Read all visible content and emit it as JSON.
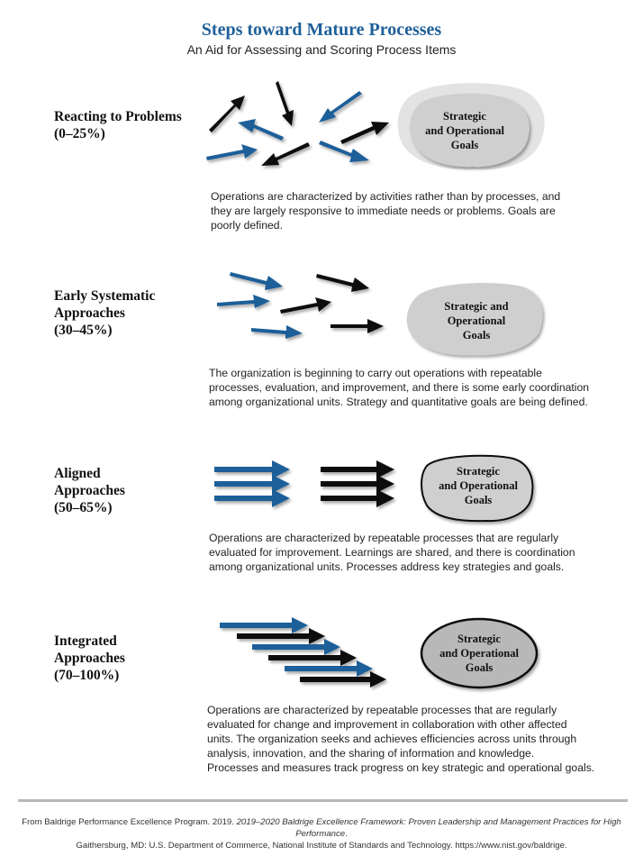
{
  "title": "Steps toward Mature Processes",
  "subtitle": "An Aid for Assessing and Scoring Process Items",
  "colors": {
    "blue_arrow": "#1f5f99",
    "black_arrow": "#111111",
    "title": "#1f5f99"
  },
  "stages": [
    {
      "label_lines": [
        "Reacting to Problems",
        "(0–25%)"
      ],
      "goal_lines": [
        "Strategic",
        "and Operational",
        "Goals"
      ],
      "description": [
        "Operations are characterized by activities rather than by processes, and",
        "they are largely responsive to immediate needs or problems. Goals are",
        "poorly defined."
      ]
    },
    {
      "label_lines": [
        "Early Systematic",
        "Approaches",
        "(30–45%)"
      ],
      "goal_lines": [
        "Strategic and",
        "Operational",
        "Goals"
      ],
      "description": [
        "The organization is beginning to carry out operations with repeatable",
        "processes, evaluation, and improvement, and there is some early coordination",
        "among organizational units. Strategy and quantitative goals are being defined."
      ]
    },
    {
      "label_lines": [
        "Aligned",
        "Approaches",
        "(50–65%)"
      ],
      "goal_lines": [
        "Strategic",
        "and Operational",
        "Goals"
      ],
      "description": [
        "Operations are characterized by repeatable processes that are regularly",
        "evaluated for improvement. Learnings are shared, and there is coordination",
        "among organizational units. Processes address key strategies and goals."
      ]
    },
    {
      "label_lines": [
        "Integrated",
        "Approaches",
        "(70–100%)"
      ],
      "goal_lines": [
        "Strategic",
        "and Operational",
        "Goals"
      ],
      "description": [
        "Operations are characterized by repeatable processes that are regularly",
        "evaluated for change and improvement in collaboration with other affected",
        "units. The organization seeks and achieves efficiencies across units through",
        "analysis, innovation, and the sharing of information and knowledge.",
        "Processes and measures track progress on key strategic and operational goals."
      ]
    }
  ],
  "footer": {
    "line1_prefix": "From Baldrige Performance Excellence Program. 2019. ",
    "line1_italic": "2019–2020 Baldrige Excellence Framework: Proven Leadership and Management Practices for High Performance",
    "line1_suffix": ".",
    "line2": "Gaithersburg, MD: U.S. Department of Commerce, National Institute of Standards and Technology. https://www.nist.gov/baldrige."
  }
}
